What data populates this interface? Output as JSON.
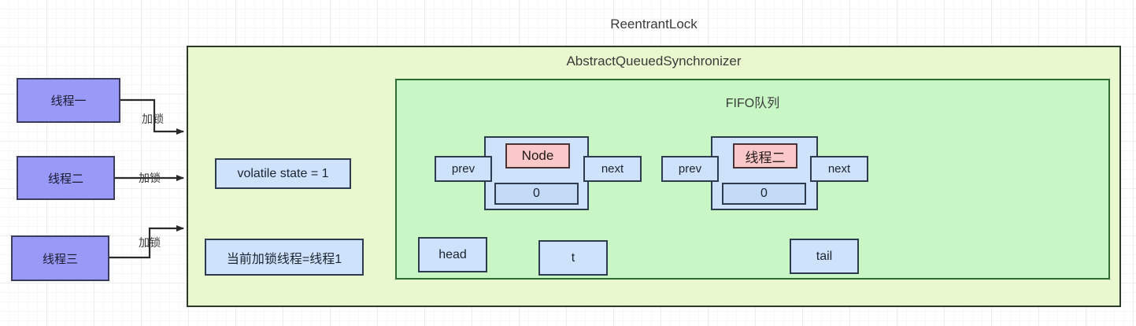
{
  "diagram": {
    "title": "ReentrantLock",
    "containers": {
      "aqs": "AbstractQueuedSynchronizer",
      "fifo": "FIFO队列"
    },
    "threads": [
      {
        "label": "线程一",
        "edge_label": "加锁"
      },
      {
        "label": "线程二",
        "edge_label": "加锁"
      },
      {
        "label": "线程三",
        "edge_label": "加锁"
      }
    ],
    "state": {
      "volatile_state": "volatile state = 1",
      "owner_thread": "当前加锁线程=线程1"
    },
    "queue": {
      "node1": {
        "prev": "prev",
        "header": "Node",
        "waitstatus": "0",
        "next": "next"
      },
      "node2": {
        "prev": "prev",
        "header": "线程二",
        "waitstatus": "0",
        "next": "next"
      },
      "pointers": {
        "head": "head",
        "t": "t",
        "tail": "tail"
      }
    },
    "colors": {
      "thread_fill": "#9999f7",
      "aqs_fill": "#eaf8cf",
      "fifo_fill": "#c8f7c5",
      "blue_fill": "#cfe2fb",
      "pink_fill": "#fac8c8",
      "stroke": "#2e3b4e"
    }
  }
}
